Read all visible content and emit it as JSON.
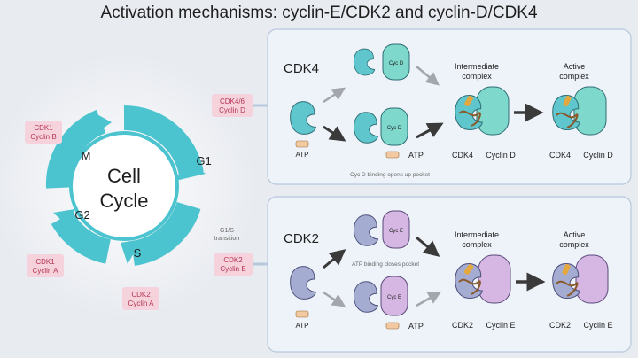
{
  "title": "Activation mechanisms: cyclin-E/CDK2 and cyclin-D/CDK4",
  "cycle": {
    "center_line1": "Cell",
    "center_line2": "Cycle",
    "phases": [
      "M",
      "G2",
      "S",
      "G1"
    ],
    "transition_label_1": "G1/S",
    "transition_label_2": "transition"
  },
  "cycle_badges": [
    {
      "line1": "CDK1",
      "line2": "Cyclin B"
    },
    {
      "line1": "CDK1",
      "line2": "Cyclin A"
    },
    {
      "line1": "CDK2",
      "line2": "Cyclin A"
    }
  ],
  "cdk4_panel": {
    "badge_line1": "CDK4/6",
    "badge_line2": "Cyclin D",
    "heading": "CDK4",
    "cyclin_tag_top": "Cyc D",
    "cyclin_tag_bottom": "Cyc D",
    "atp_label_left": "ATP",
    "atp_label_mid": "ATP",
    "note": "Cyc D binding opens up pocket",
    "intermediate_label_1": "Intermediate",
    "intermediate_label_2": "complex",
    "active_label_1": "Active",
    "active_label_2": "complex",
    "cdk_label_intermediate": "CDK4",
    "cyclin_label_intermediate": "Cyclin D",
    "cdk_label_active": "CDK4",
    "cyclin_label_active": "Cyclin D"
  },
  "cdk2_panel": {
    "badge_line1": "CDK2",
    "badge_line2": "Cyclin E",
    "heading": "CDK2",
    "cyclin_tag_top": "Cyc E",
    "cyclin_tag_bottom": "Cyc E",
    "atp_label_left": "ATP",
    "atp_label_mid": "ATP",
    "note": "ATP binding closes pocket",
    "intermediate_label_1": "Intermediate",
    "intermediate_label_2": "complex",
    "active_label_1": "Active",
    "active_label_2": "complex",
    "cdk_label_intermediate": "CDK2",
    "cyclin_label_intermediate": "Cyclin E",
    "cdk_label_active": "CDK2",
    "cyclin_label_active": "Cyclin E"
  },
  "colors": {
    "cycle_teal": "#4cc4cf",
    "cdk4_body": "#5ec6cc",
    "cdk2_body": "#a5acd2",
    "cyclin_d": "#7ed8cc",
    "cyclin_e": "#d6b6e2",
    "badge_fill": "#f6d3dc",
    "badge_text": "#b43454",
    "atp": "#f2c9a0",
    "panel_fill": "#eef3f9",
    "panel_stroke": "#b8c8dc",
    "dark_arrow": "#3a3a3a",
    "light_arrow": "#a3a7ad",
    "loop": "#8a5a2a",
    "helix": "#e4a83e"
  }
}
